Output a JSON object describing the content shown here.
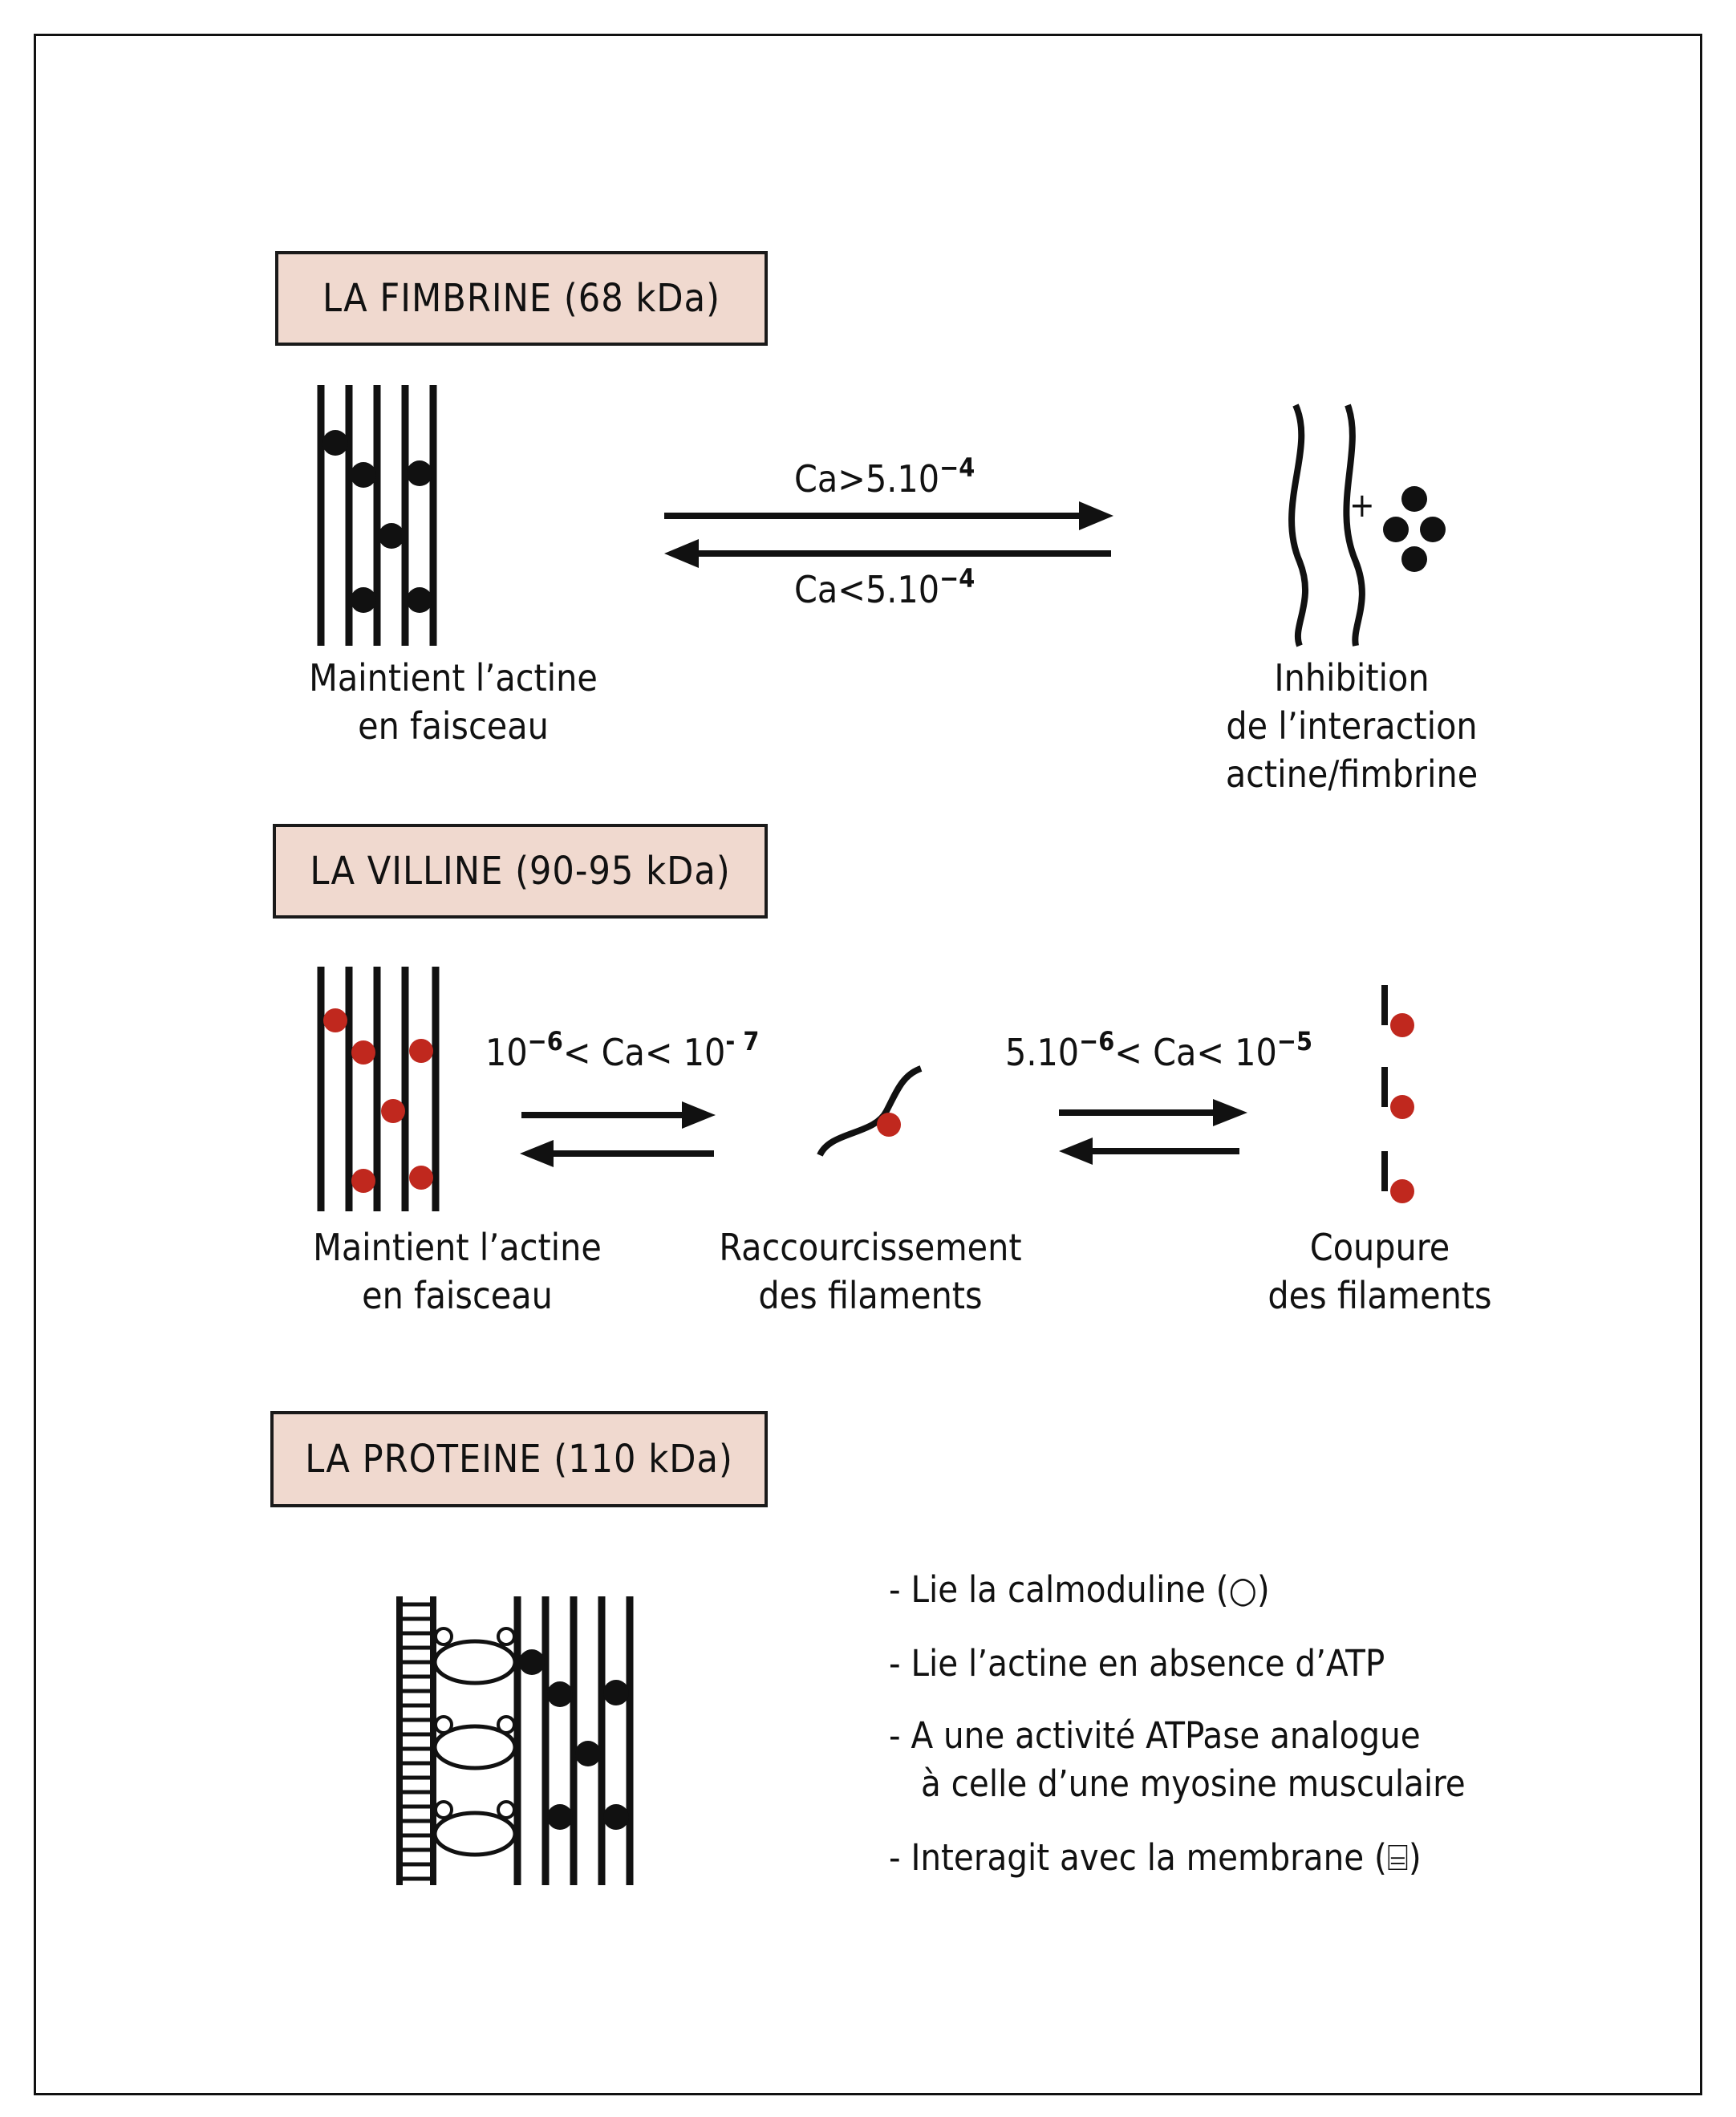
{
  "sections": {
    "fimbrine": {
      "title": "LA FIMBRINE (68 kDa)",
      "left_label_1": "Maintient l’actine",
      "left_label_2": "en faisceau",
      "forward_condition_base": "Ca>5.10",
      "forward_condition_exp": "−4",
      "reverse_condition_base": "Ca<5.10",
      "reverse_condition_exp": "−4",
      "plus_sign": "+",
      "right_label_1": "Inhibition",
      "right_label_2": "de l’interaction",
      "right_label_3": "actine/fimbrine"
    },
    "villine": {
      "title": "LA VILLINE (90-95 kDa)",
      "left_label_1": "Maintient l’actine",
      "left_label_2": "en faisceau",
      "cond1_a": "10",
      "cond1_a_exp": "−6",
      "cond1_b": "< Ca< 10",
      "cond1_b_exp": "- 7",
      "cond2_a": "5.10",
      "cond2_a_exp": "−6",
      "cond2_b": "< Ca< 10",
      "cond2_b_exp": "−5",
      "middle_label_1": "Raccourcissement",
      "middle_label_2": "des filaments",
      "right_label_1": "Coupure",
      "right_label_2": "des filaments"
    },
    "proteine": {
      "title": "LA PROTEINE (110 kDa)",
      "bullets": [
        "- Lie la calmoduline (○)",
        "- Lie l’actine en absence d’ATP",
        "- A une activité ATPase analogue",
        "à celle d’une myosine musculaire",
        "- Interagit avec la  membrane (⌸)"
      ]
    }
  },
  "colors": {
    "title_fill": "#f0d9cf",
    "villine_dot": "#c0281e",
    "black": "#111111"
  }
}
